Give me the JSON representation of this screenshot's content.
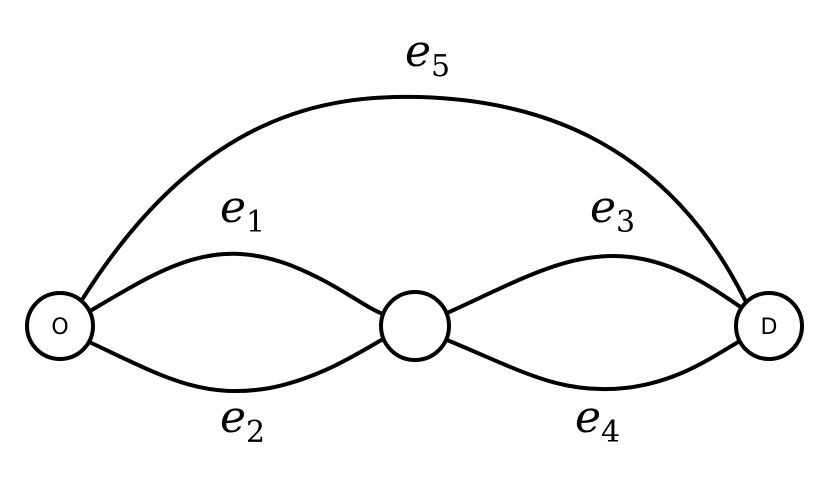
{
  "graph": {
    "nodes": [
      {
        "id": "O",
        "label": "O"
      },
      {
        "id": "M",
        "label": ""
      },
      {
        "id": "D",
        "label": "D"
      }
    ],
    "edges": [
      {
        "id": "e1",
        "var": "e",
        "sub": "1",
        "from": "O",
        "to": "M"
      },
      {
        "id": "e2",
        "var": "e",
        "sub": "2",
        "from": "O",
        "to": "M"
      },
      {
        "id": "e3",
        "var": "e",
        "sub": "3",
        "from": "M",
        "to": "D"
      },
      {
        "id": "e4",
        "var": "e",
        "sub": "4",
        "from": "M",
        "to": "D"
      },
      {
        "id": "e5",
        "var": "e",
        "sub": "5",
        "from": "O",
        "to": "D"
      }
    ]
  },
  "colors": {
    "stroke": "#000000",
    "background": "#ffffff"
  }
}
